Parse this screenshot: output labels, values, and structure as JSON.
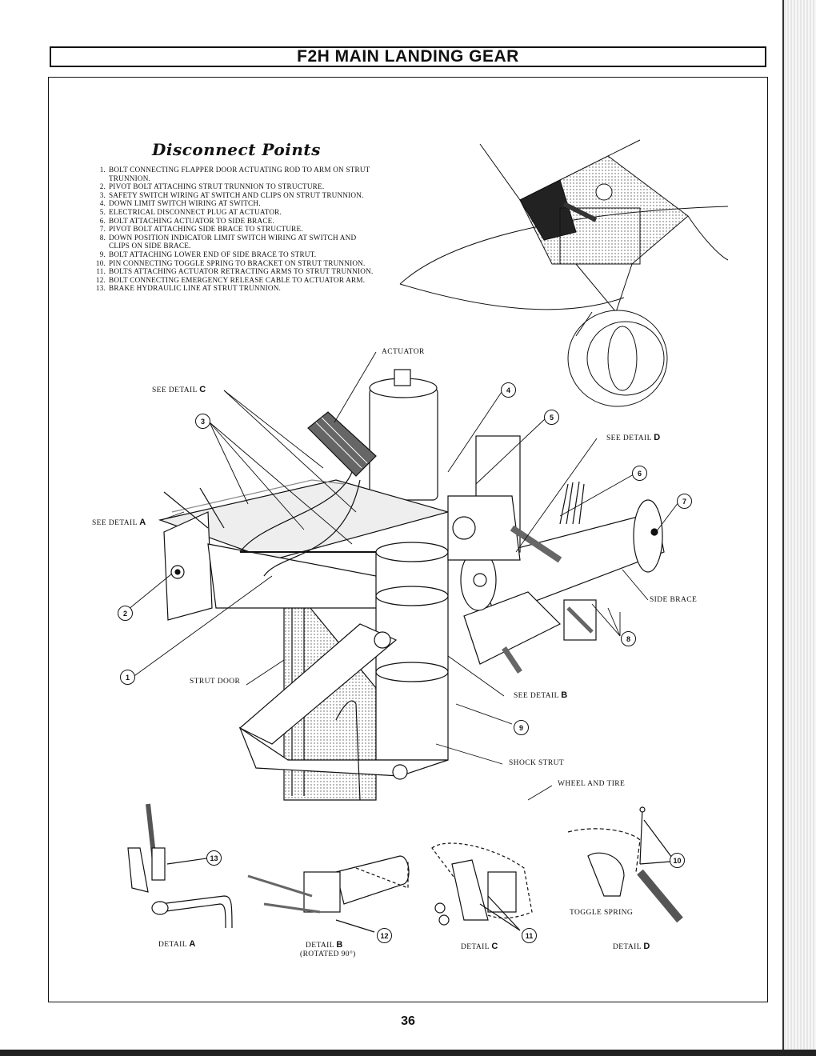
{
  "page": {
    "title": "F2H MAIN LANDING GEAR",
    "page_number": "36"
  },
  "disconnect_points": {
    "heading": "Disconnect Points",
    "items": [
      {
        "num": "1.",
        "text": "BOLT CONNECTING FLAPPER DOOR ACTUATING ROD TO ARM ON STRUT TRUNNION."
      },
      {
        "num": "2.",
        "text": "PIVOT BOLT ATTACHING STRUT TRUNNION TO STRUCTURE."
      },
      {
        "num": "3.",
        "text": "SAFETY SWITCH WIRING AT SWITCH AND CLIPS ON STRUT TRUNNION."
      },
      {
        "num": "4.",
        "text": "DOWN LIMIT SWITCH WIRING AT SWITCH."
      },
      {
        "num": "5.",
        "text": "ELECTRICAL DISCONNECT PLUG AT ACTUATOR."
      },
      {
        "num": "6.",
        "text": "BOLT ATTACHING ACTUATOR TO SIDE BRACE."
      },
      {
        "num": "7.",
        "text": "PIVOT BOLT ATTACHING SIDE BRACE TO STRUCTURE."
      },
      {
        "num": "8.",
        "text": "DOWN POSITION INDICATOR LIMIT SWITCH WIRING AT SWITCH AND CLIPS ON SIDE BRACE."
      },
      {
        "num": "9.",
        "text": "BOLT ATTACHING LOWER END OF SIDE BRACE TO STRUT."
      },
      {
        "num": "10.",
        "text": "PIN CONNECTING TOGGLE SPRING TO BRACKET ON STRUT TRUNNION."
      },
      {
        "num": "11.",
        "text": "BOLTS ATTACHING ACTUATOR RETRACTING ARMS TO STRUT TRUNNION."
      },
      {
        "num": "12.",
        "text": "BOLT CONNECTING EMERGENCY RELEASE CABLE TO ACTUATOR ARM."
      },
      {
        "num": "13.",
        "text": "BRAKE HYDRAULIC LINE AT STRUT TRUNNION."
      }
    ]
  },
  "labels": {
    "actuator": "ACTUATOR",
    "see_detail_c": "SEE DETAIL",
    "see_detail_c_letter": "C",
    "see_detail_a": "SEE DETAIL",
    "see_detail_a_letter": "A",
    "see_detail_d": "SEE DETAIL",
    "see_detail_d_letter": "D",
    "see_detail_b": "SEE DETAIL",
    "see_detail_b_letter": "B",
    "side_brace": "SIDE BRACE",
    "strut_door": "STRUT DOOR",
    "shock_strut": "SHOCK STRUT",
    "wheel_and_tire": "WHEEL AND TIRE",
    "toggle_spring": "TOGGLE SPRING"
  },
  "callouts": [
    "1",
    "2",
    "3",
    "4",
    "5",
    "6",
    "7",
    "8",
    "9",
    "10",
    "11",
    "12",
    "13"
  ],
  "details": {
    "a": {
      "label": "DETAIL",
      "letter": "A"
    },
    "b": {
      "label": "DETAIL",
      "letter": "B",
      "note": "(ROTATED 90°)"
    },
    "c": {
      "label": "DETAIL",
      "letter": "C"
    },
    "d": {
      "label": "DETAIL",
      "letter": "D"
    }
  }
}
